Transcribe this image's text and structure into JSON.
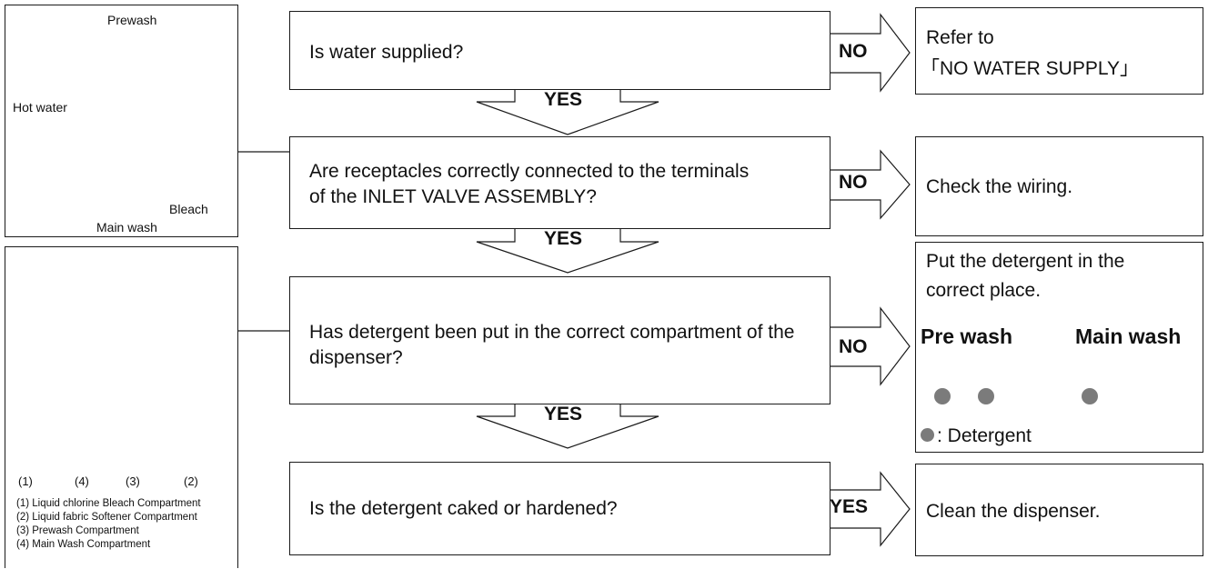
{
  "figure1": {
    "labels": {
      "prewash": "Prewash",
      "hot_water": "Hot water",
      "bleach": "Bleach",
      "main_wash": "Main wash"
    }
  },
  "figure2": {
    "callouts": [
      "(1)",
      "(4)",
      "(3)",
      "(2)"
    ],
    "legend": [
      "(1) Liquid chlorine Bleach Compartment",
      "(2) Liquid fabric Softener Compartment",
      "(3) Prewash Compartment",
      "(4) Main Wash Compartment"
    ]
  },
  "questions": [
    {
      "text": "Is water supplied?",
      "branch": "NO"
    },
    {
      "text": "Are receptacles correctly connected to the terminals of the INLET VALVE ASSEMBLY?",
      "branch": "NO"
    },
    {
      "text": "Has detergent been put in the correct compartment of the dispenser?",
      "branch": "NO"
    },
    {
      "text": "Is the detergent caked or hardened?",
      "branch": "YES"
    }
  ],
  "yes_label": "YES",
  "results": [
    {
      "line1": "Refer to",
      "line2": "「NO WATER SUPPLY」"
    },
    {
      "line1": "Check the wiring."
    },
    {
      "line1": "Put the detergent in the",
      "line2": "correct place.",
      "prewash_title": "Pre wash",
      "mainwash_title": "Main wash",
      "legend": ": Detergent"
    },
    {
      "line1": "Clean the dispenser."
    }
  ],
  "colors": {
    "line": "#1a1a1a",
    "dot": "#7b7b7b"
  }
}
